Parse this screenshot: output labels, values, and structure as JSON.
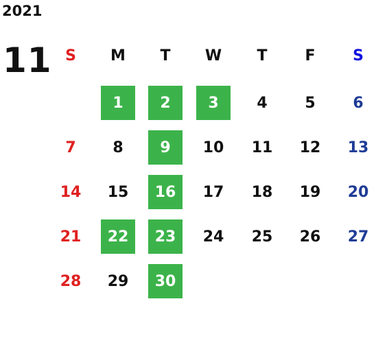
{
  "year": "2021",
  "month": "11",
  "weekdays": [
    "S",
    "M",
    "T",
    "W",
    "T",
    "F",
    "S"
  ],
  "colors": {
    "highlight": "#3cb34a",
    "sunday": "#e02020",
    "saturday": "#1f3c96",
    "saturday_header": "#1010e0",
    "text": "#111111"
  },
  "first_weekday_index": 1,
  "days_in_month": 30,
  "highlighted_days": [
    1,
    2,
    3,
    9,
    16,
    22,
    23,
    30
  ]
}
